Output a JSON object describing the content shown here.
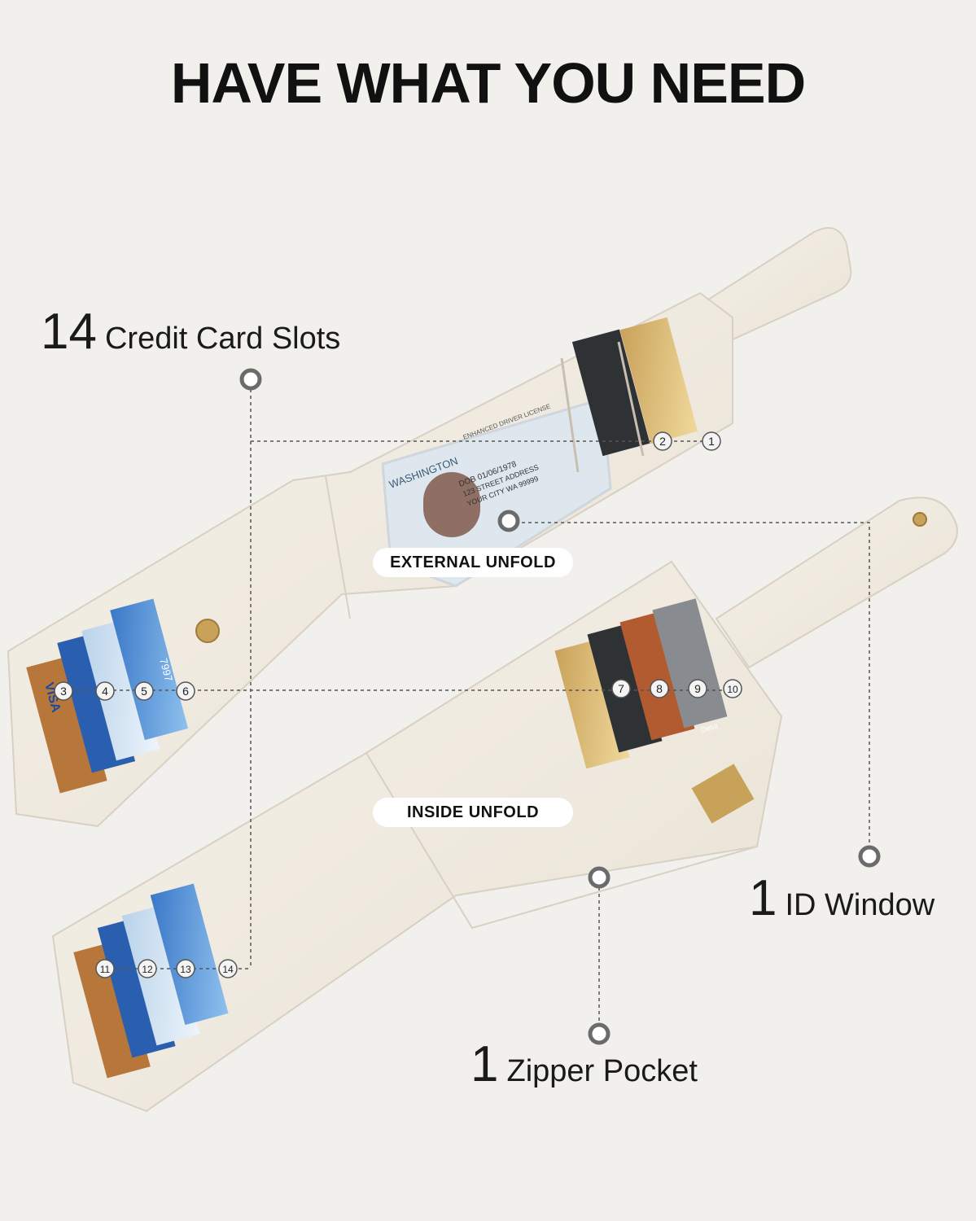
{
  "headline": "HAVE WHAT YOU NEED",
  "features": {
    "cards": {
      "number": "14",
      "label": "Credit Card Slots"
    },
    "id_window": {
      "number": "1",
      "label": "ID Window"
    },
    "zipper": {
      "number": "1",
      "label": "Zipper Pocket"
    }
  },
  "views": {
    "external": "EXTERNAL UNFOLD",
    "inside": "INSIDE UNFOLD"
  },
  "slot_numbers": [
    "1",
    "2",
    "3",
    "4",
    "5",
    "6",
    "7",
    "8",
    "9",
    "10",
    "11",
    "12",
    "13",
    "14"
  ],
  "card_prints": {
    "id_state": "WASHINGTON",
    "id_type": "ENHANCED DRIVER LICENSE",
    "id_dob": "DOB 01/06/1978",
    "id_address": "123 STREET ADDRESS",
    "id_city": "YOUR CITY WA 99999",
    "card_brand": "VISA",
    "card_digits": "7997",
    "card_debit": "Debit"
  },
  "colors": {
    "background": "#f1f0ed",
    "leather": "#efe9df",
    "leather_shadow": "#d8d0c2",
    "marker": "#6b6b6b",
    "hardware": "#c9a25a"
  }
}
